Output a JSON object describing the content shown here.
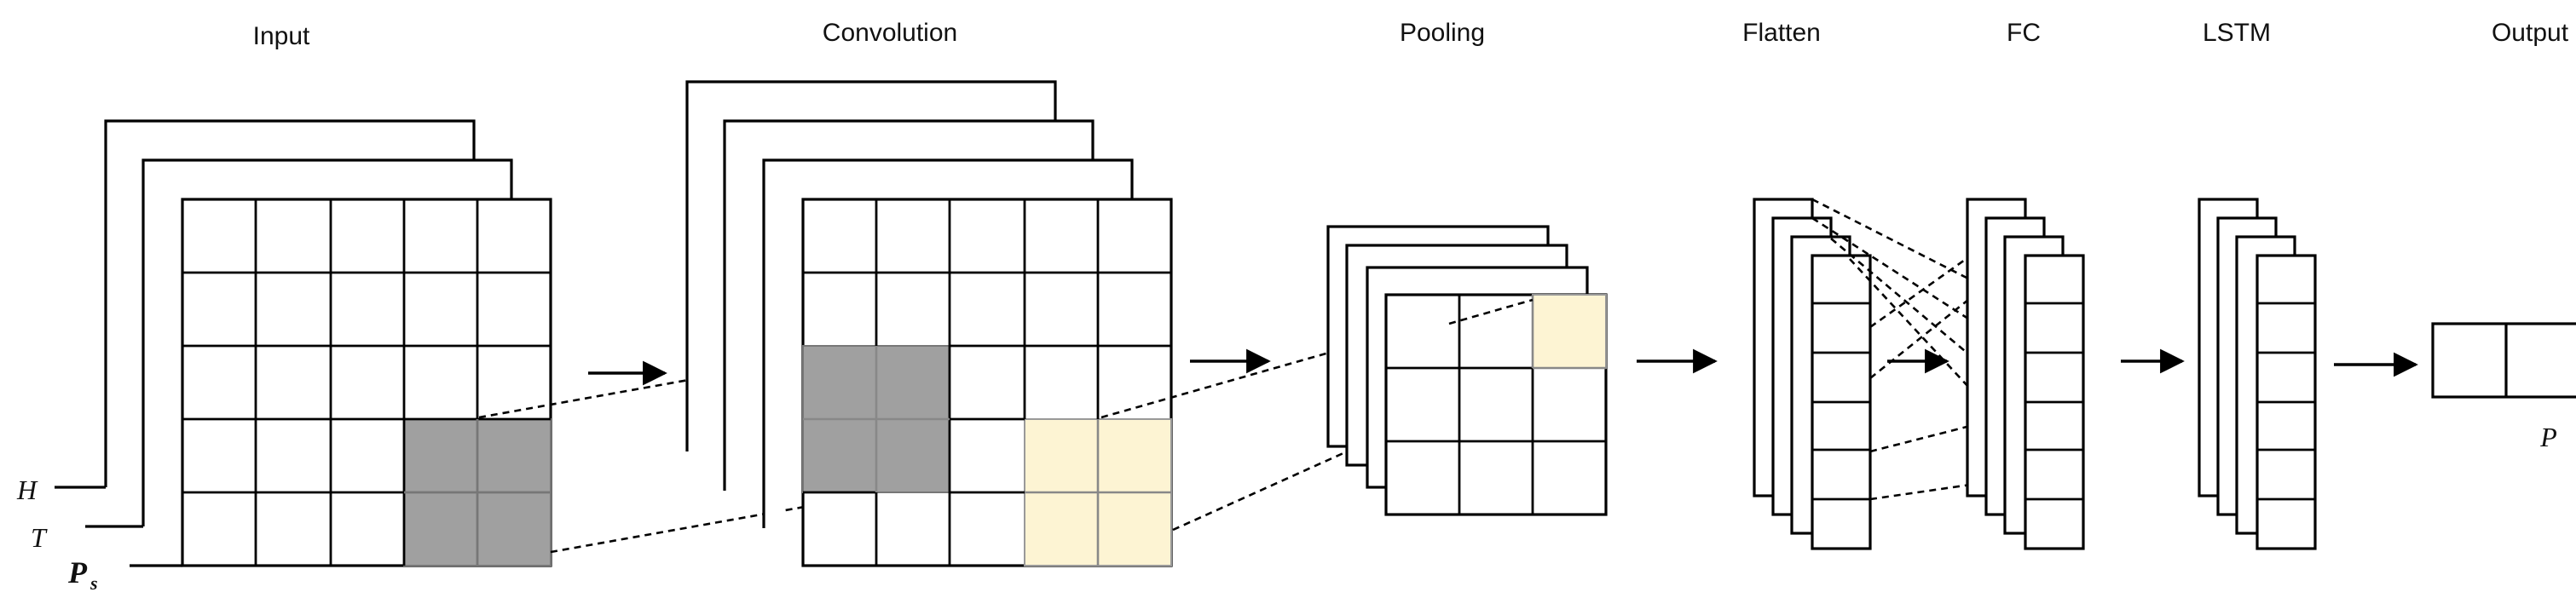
{
  "stages": {
    "input": "Input",
    "convolution": "Convolution",
    "pooling": "Pooling",
    "flatten": "Flatten",
    "fc": "FC",
    "lstm": "LSTM",
    "output": "Output"
  },
  "input_channels": {
    "h": "H",
    "t": "T",
    "ps": "P"
  },
  "output_label": "P",
  "colors": {
    "stroke": "#000000",
    "kernel_gray": "#a0a0a0",
    "highlight_yellow": "#fdf4d3",
    "background": "#ffffff"
  }
}
